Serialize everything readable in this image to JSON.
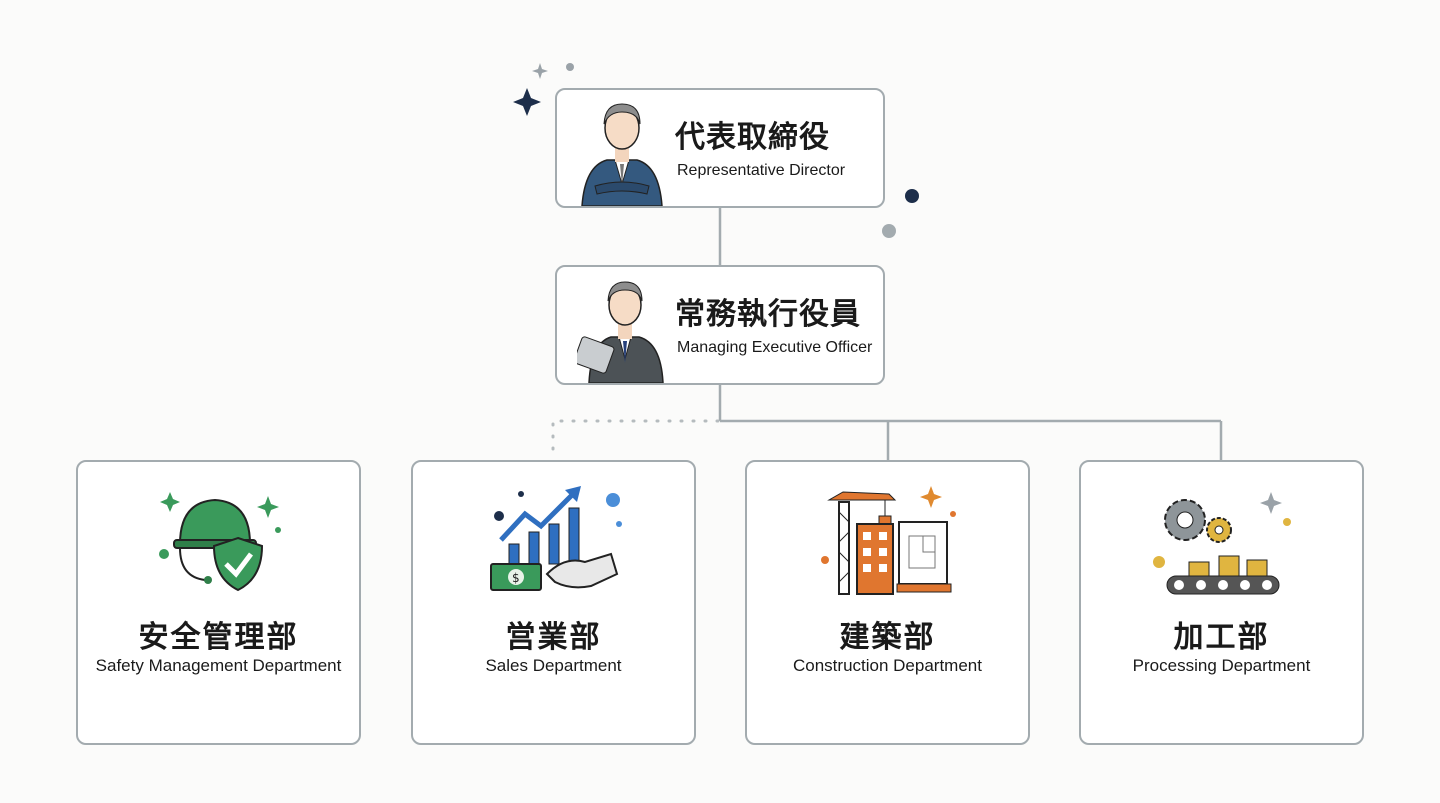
{
  "executives": [
    {
      "ja": "代表取締役",
      "en": "Representative Director"
    },
    {
      "ja": "常務執行役員",
      "en": "Managing Executive Officer"
    }
  ],
  "departments": [
    {
      "ja": "安全管理部",
      "en": "Safety Management Department",
      "color": "#3a9a5b"
    },
    {
      "ja": "営業部",
      "en": "Sales Department",
      "color": "#2f6fc0"
    },
    {
      "ja": "建築部",
      "en": "Construction Department",
      "color": "#e0762f"
    },
    {
      "ja": "加工部",
      "en": "Processing Department",
      "color": "#e0b540"
    }
  ]
}
